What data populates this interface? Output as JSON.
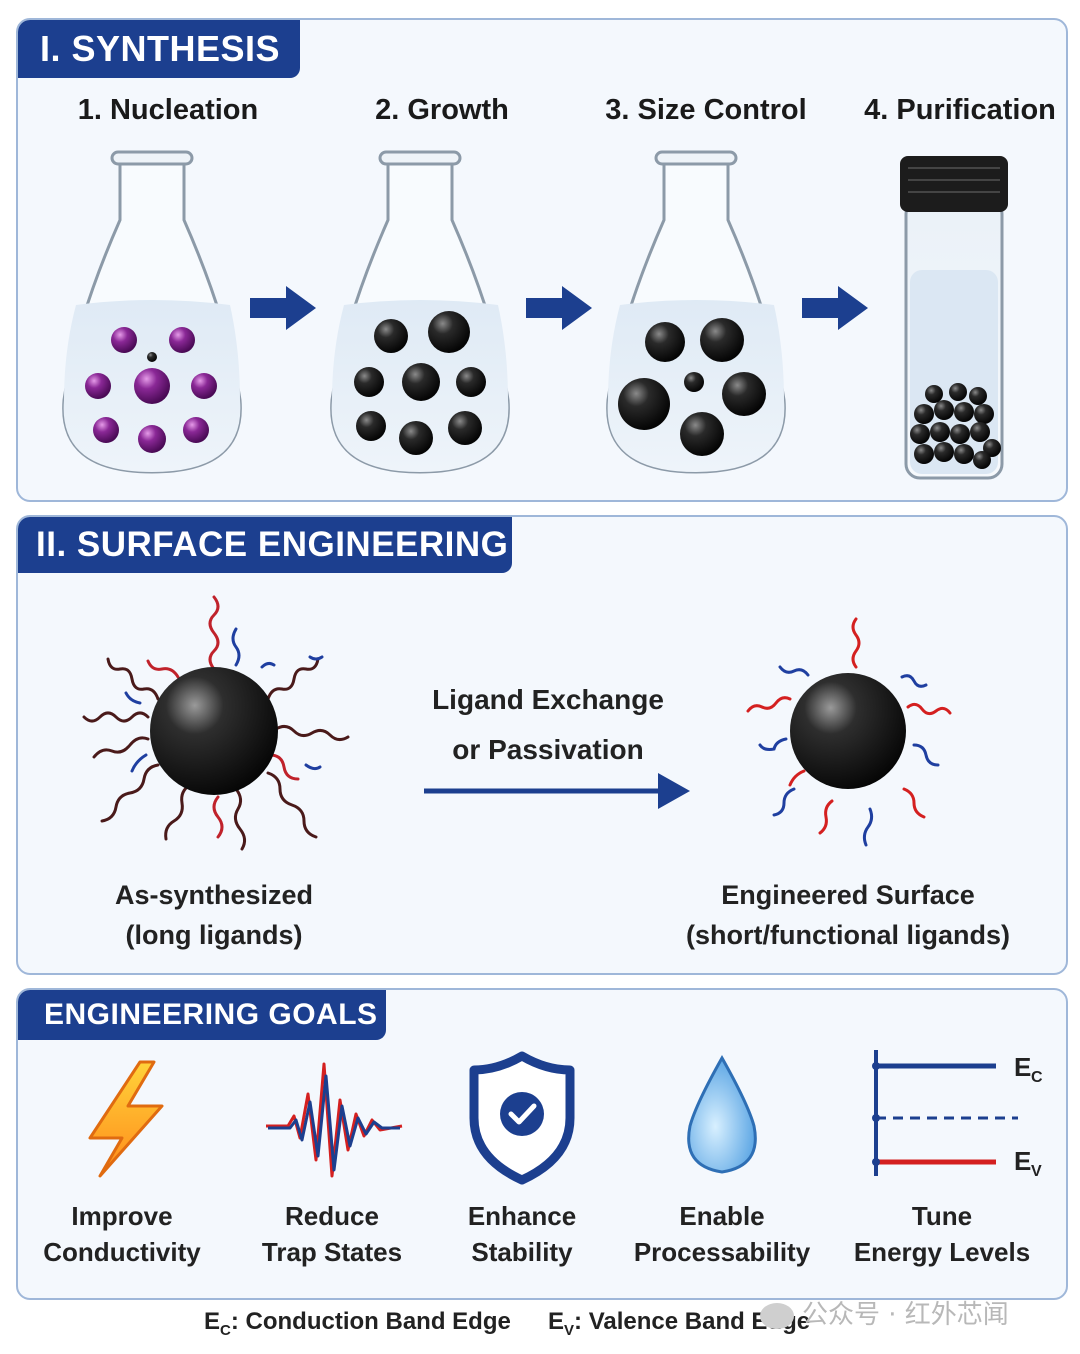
{
  "synthesis": {
    "title": "I.  SYNTHESIS",
    "steps": [
      "1. Nucleation",
      "2. Growth",
      "3. Size Control",
      "4. Purification"
    ]
  },
  "surface": {
    "title": "II.  SURFACE ENGINEERING",
    "exchange_line1": "Ligand Exchange",
    "exchange_line2": "or Passivation",
    "left_line1": "As-synthesized",
    "left_line2": "(long ligands)",
    "right_line1": "Engineered Surface",
    "right_line2": "(short/functional ligands)"
  },
  "goals": {
    "title": "ENGINEERING GOALS",
    "items": [
      {
        "line1": "Improve",
        "line2": "Conductivity",
        "icon": "lightning-icon"
      },
      {
        "line1": "Reduce",
        "line2": "Trap States",
        "icon": "waveform-icon"
      },
      {
        "line1": "Enhance",
        "line2": "Stability",
        "icon": "shield-check-icon"
      },
      {
        "line1": "Enable",
        "line2": "Processability",
        "icon": "droplet-icon"
      },
      {
        "line1": "Tune",
        "line2": "Energy Levels",
        "icon": "energy-levels-icon"
      }
    ],
    "ec_label": "E",
    "ec_sub": "C",
    "ev_label": "E",
    "ev_sub": "V"
  },
  "footnotes": {
    "ec_main": "E",
    "ec_sub": "C",
    "ec_text": ": Conduction Band Edge",
    "ev_main": "E",
    "ev_sub": "V",
    "ev_text": ": Valence Band Edge"
  },
  "watermark": "公众号 · 红外芯闻",
  "colors": {
    "header": "#1c3f8f",
    "panel_border": "#9fb7d9",
    "panel_bg": "#f4f8fd",
    "nuclei": "#7a1f8a",
    "particle": "#151515",
    "arrow": "#1c3f8f",
    "ligand_long": "#4a1a1a",
    "ligand_red": "#d42020",
    "ligand_blue": "#1f3fa0"
  }
}
